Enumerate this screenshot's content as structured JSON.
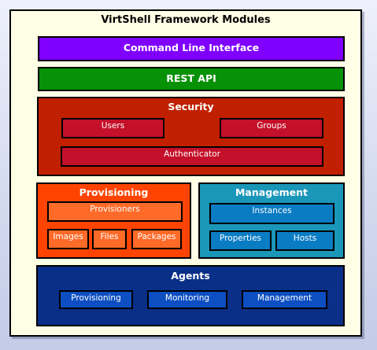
{
  "title": "VirtShell Framework Modules",
  "cli": {
    "label": "Command Line Interface"
  },
  "rest": {
    "label": "REST API"
  },
  "security": {
    "label": "Security",
    "users": "Users",
    "groups": "Groups",
    "authenticator": "Authenticator"
  },
  "provisioning": {
    "label": "Provisioning",
    "provisioners": "Provisioners",
    "images": "Images",
    "files": "Files",
    "packages": "Packages"
  },
  "management": {
    "label": "Management",
    "instances": "Instances",
    "properties": "Properties",
    "hosts": "Hosts"
  },
  "agents": {
    "label": "Agents",
    "provisioning": "Provisioning",
    "monitoring": "Monitoring",
    "management": "Management"
  },
  "colors": {
    "cli": "#8000ff",
    "rest": "#079107",
    "security": "#c02000",
    "provisioning": "#fe4400",
    "management": "#1a96b8",
    "agents": "#0a2f88"
  }
}
